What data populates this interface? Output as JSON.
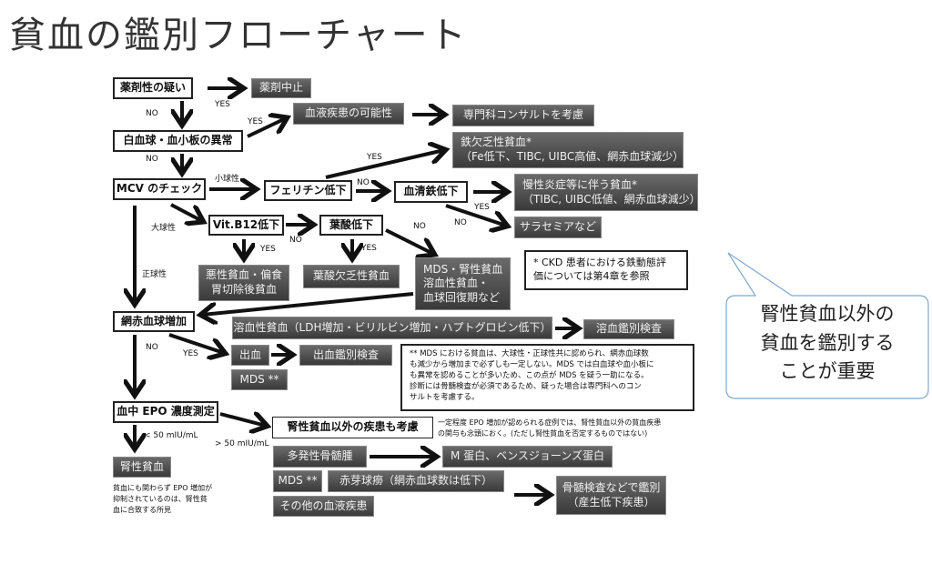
{
  "title": "貧血の鑑別フローチャート",
  "nodes": [
    {
      "id": "drug-suspect",
      "text": "薬剤性の疑い"
    },
    {
      "id": "drug-stop",
      "text": "薬剤中止"
    },
    {
      "id": "blood-disease",
      "text": "血液疾患の可能性"
    },
    {
      "id": "consult",
      "text": "専門科コンサルトを考慮"
    },
    {
      "id": "wbc-plt",
      "text": "白血球・血小板の異常"
    },
    {
      "id": "iron-def",
      "text": "鉄欠乏性貧血*\n（Fe低下、TIBC, UIBC高値、網赤血球減少）"
    },
    {
      "id": "mcv",
      "text": "MCV のチェック"
    },
    {
      "id": "ferritin",
      "text": "フェリチン低下"
    },
    {
      "id": "serum-iron",
      "text": "血清鉄低下"
    },
    {
      "id": "chronic",
      "text": "慢性炎症等に伴う貧血*\n（TIBC, UIBC低値、網赤血球減少）"
    },
    {
      "id": "vitb12",
      "text": "Vit.B12低下"
    },
    {
      "id": "folate",
      "text": "葉酸低下"
    },
    {
      "id": "thalassemia",
      "text": "サラセミアなど"
    },
    {
      "id": "pernicious",
      "text": "悪性貧血・偏食\n胃切除後貧血"
    },
    {
      "id": "folate-def",
      "text": "葉酸欠乏性貧血"
    },
    {
      "id": "mds-renal",
      "text": "MDS・腎性貧血\n溶血性貧血・\n血球回復期など"
    },
    {
      "id": "retic",
      "text": "網赤血球増加"
    },
    {
      "id": "hemolytic",
      "text": "溶血性貧血（LDH増加・ビリルビン増加・ハプトグロビン低下）"
    },
    {
      "id": "hemolysis-test",
      "text": "溶血鑑別検査"
    },
    {
      "id": "bleeding",
      "text": "出血"
    },
    {
      "id": "bleeding-test",
      "text": "出血鑑別検査"
    },
    {
      "id": "mds1",
      "text": "MDS **"
    },
    {
      "id": "epo",
      "text": "血中 EPO 濃度測定"
    },
    {
      "id": "other-than-renal",
      "text": "腎性貧血以外の疾患も考慮"
    },
    {
      "id": "renal-anemia",
      "text": "腎性貧血"
    },
    {
      "id": "myeloma",
      "text": "多発性骨髄腫"
    },
    {
      "id": "m-protein",
      "text": "M 蛋白、ベンスジョーンズ蛋白"
    },
    {
      "id": "mds2",
      "text": "MDS **"
    },
    {
      "id": "pure-red",
      "text": "赤芽球癆（網赤血球数は低下）"
    },
    {
      "id": "other-blood",
      "text": "その他の血液疾患"
    },
    {
      "id": "marrow-test",
      "text": "骨髄検査などで鑑別\n（産生低下疾患）"
    }
  ],
  "labels": {
    "yes1": "YES",
    "no1": "NO",
    "yes2": "YES",
    "no2": "NO",
    "yes3": "YES",
    "small": "小球性",
    "no3": "NO",
    "yes4": "YES",
    "large": "大球性",
    "no4": "NO",
    "yes5": "YES",
    "yes6": "YES",
    "no5": "NO",
    "no6": "NO",
    "normal": "正球性",
    "no7": "NO",
    "yes7": "YES",
    "lt50": "< 50 mIU/mL",
    "gt50": "> 50 mIU/mL"
  },
  "notes": {
    "ckd": "* CKD 患者における鉄動態評\n価については第4章を参照",
    "mds": "** MDS における貧血は、大球性・正球性共に認められ、網赤血球数\nも減少から増加まで必ずしも一定しない。MDS では白血球や血小板に\nも異常を認めることが多いため、この点が MDS を疑う一助になる。\n診断には骨髄検査が必須であるため、疑った場合は専門科へのコン\nサルトを考慮する。",
    "epo_side": "一定程度 EPO 増加が認められる症例では、腎性貧血以外の貧血疾患\nの関与も念頭におく。(ただし腎性貧血を否定するものではない)",
    "renal_small": "貧血にも関わらず EPO 増加が\n抑制されているのは、腎性貧\n血に合致する所見"
  },
  "callout": "腎性貧血以外の\n貧血を鑑別する\nことが重要"
}
